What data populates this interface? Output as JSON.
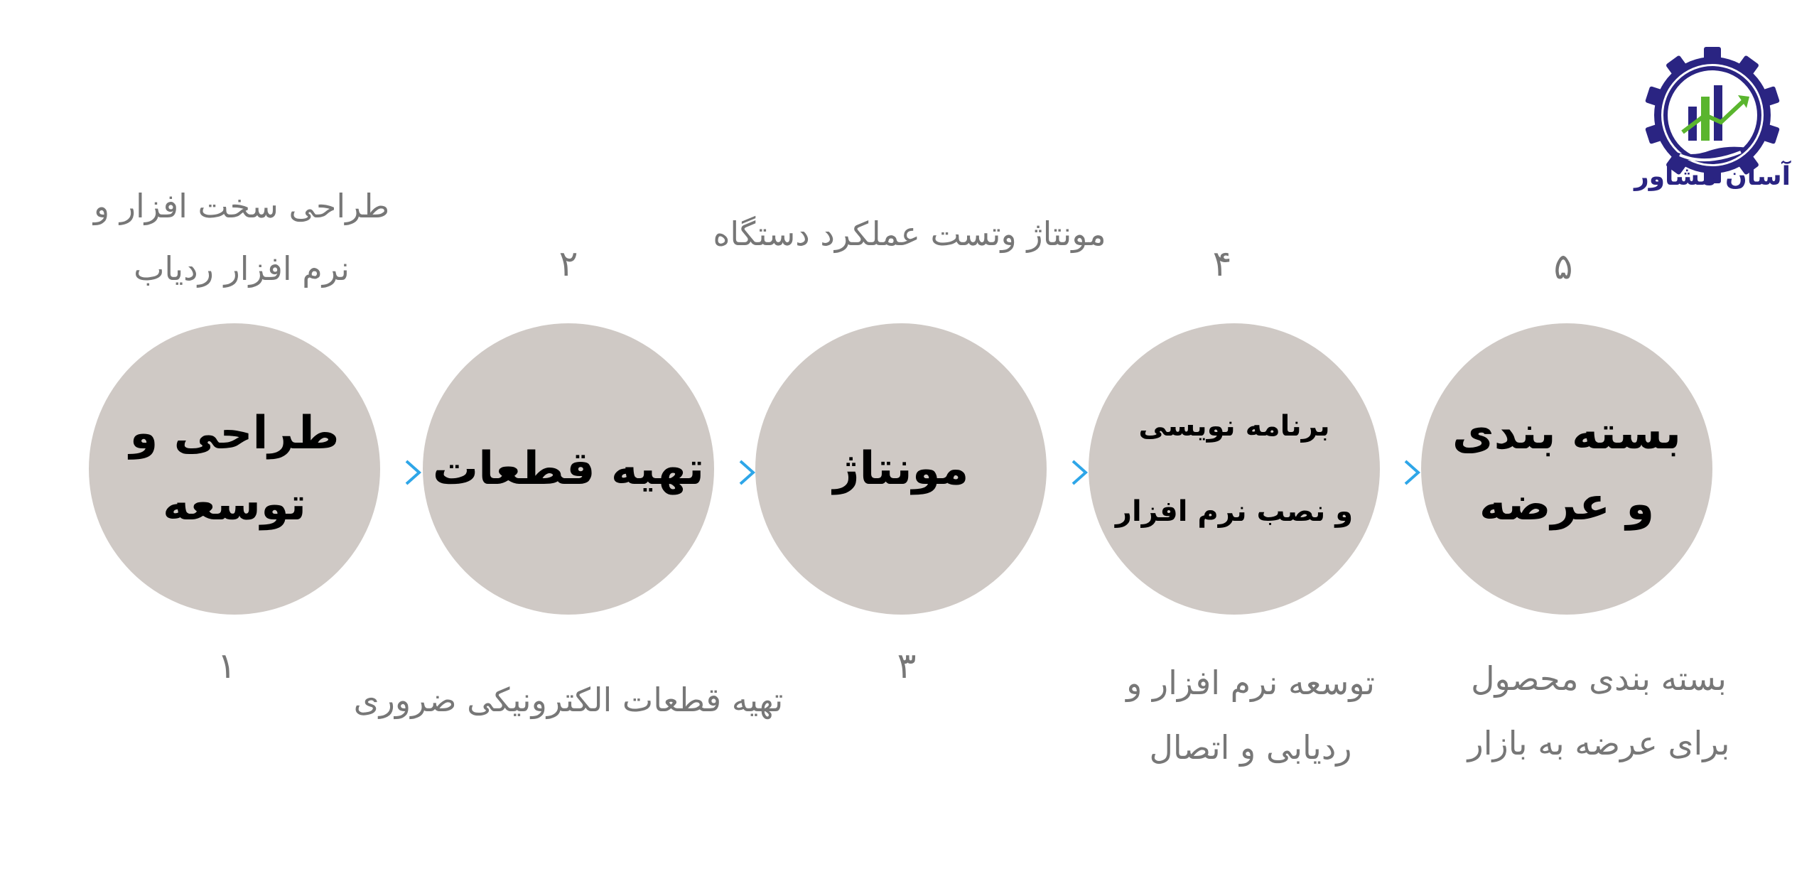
{
  "brand": {
    "name": "آسان مشاور",
    "colors": {
      "navy": "#2a2482",
      "green": "#5ab52e"
    },
    "icon": "gear-chart-hand-logo"
  },
  "colors": {
    "circle": "#cfc9c5",
    "label": "#777777",
    "arrow_start": "#a25fe0",
    "arrow_end": "#2ea6e8"
  },
  "steps": [
    {
      "number": "۱",
      "circle_lines": [
        "طراحی و",
        "توسعه"
      ],
      "description_lines": [
        "طراحی سخت افزار و",
        "نرم افزار ردیاب"
      ]
    },
    {
      "number": "۲",
      "circle_lines": [
        "تهیه قطعات"
      ],
      "description_lines": [
        "تهیه قطعات الکترونیکی ضروری"
      ]
    },
    {
      "number": "۳",
      "circle_lines": [
        "مونتاژ"
      ],
      "description_lines": [
        "مونتاژ وتست عملکرد دستگاه"
      ]
    },
    {
      "number": "۴",
      "circle_lines": [
        "برنامه نویسی",
        "و نصب نرم افزار"
      ],
      "description_lines": [
        "توسعه نرم افزار و",
        "ردیابی و اتصال"
      ]
    },
    {
      "number": "۵",
      "circle_lines": [
        "بسته بندی",
        "و عرضه"
      ],
      "description_lines": [
        "بسته بندی محصول",
        "برای عرضه به بازار"
      ]
    }
  ]
}
